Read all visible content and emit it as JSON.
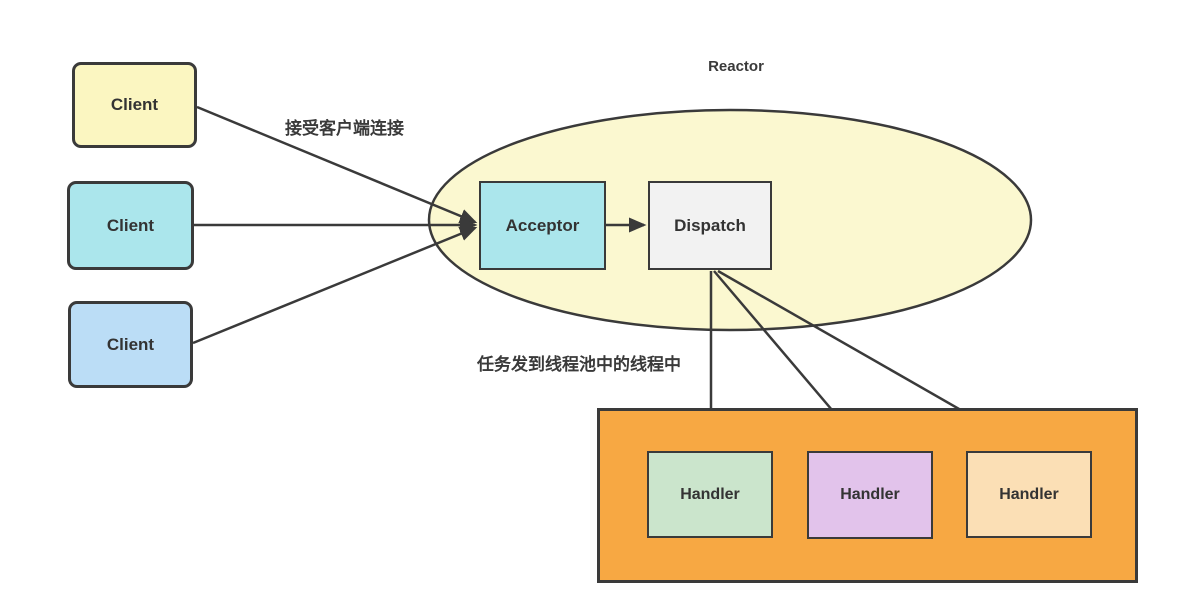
{
  "diagram": {
    "reactor_label": "Reactor",
    "edge_labels": {
      "accept_connection": "接受客户端连接",
      "dispatch_to_pool": "任务发到线程池中的线程中"
    },
    "clients": [
      {
        "label": "Client",
        "color": "#FBF6C1"
      },
      {
        "label": "Client",
        "color": "#ABE6EC"
      },
      {
        "label": "Client",
        "color": "#BBDDF6"
      }
    ],
    "reactor": {
      "ellipse_color": "#FBF8D0",
      "acceptor": {
        "label": "Acceptor",
        "color": "#ABE6EC"
      },
      "dispatch": {
        "label": "Dispatch",
        "color": "#F2F2F2"
      }
    },
    "thread_pool": {
      "color": "#F7A843",
      "handlers": [
        {
          "label": "Handler",
          "color": "#CBE5CC"
        },
        {
          "label": "Handler",
          "color": "#E2C3EB"
        },
        {
          "label": "Handler",
          "color": "#FBDFB5"
        }
      ]
    },
    "line_color": "#3A3A3A"
  }
}
